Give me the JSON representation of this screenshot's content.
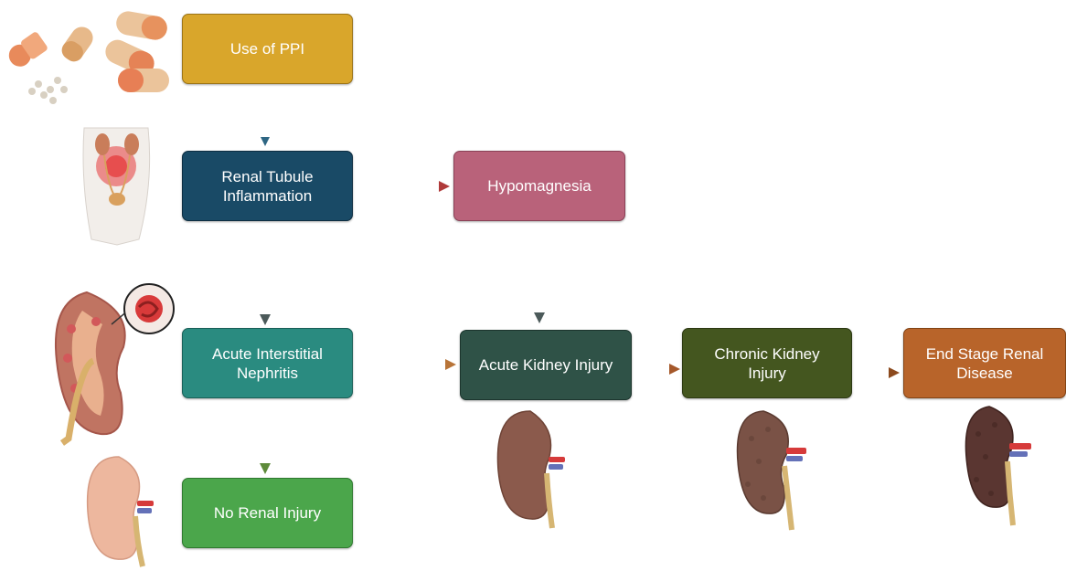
{
  "nodes": {
    "ppi": {
      "label": "Use of PPI",
      "color": "#D9A62B",
      "border": "#9C7416"
    },
    "inflam": {
      "label": "Renal Tubule\nInflammation",
      "color": "#194A66",
      "border": "#0E2E42"
    },
    "hypomag": {
      "label": "Hypomagnesia",
      "color": "#B9627A",
      "border": "#8A4257"
    },
    "ain": {
      "label": "Acute Interstitial\nNephritis",
      "color": "#2A8B80",
      "border": "#196058"
    },
    "aki": {
      "label": "Acute Kidney Injury",
      "color": "#2F5247",
      "border": "#1C352D"
    },
    "ckd": {
      "label": "Chronic Kidney\nInjury",
      "color": "#44561F",
      "border": "#2C3912"
    },
    "esrd": {
      "label": "End Stage Renal\nDisease",
      "color": "#B8642A",
      "border": "#844415"
    },
    "no_injury": {
      "label": "No Renal Injury",
      "color": "#4BA64B",
      "border": "#2F7A2F"
    }
  },
  "arrow_colors": {
    "ppi_to_inflam": "#2E6683",
    "inflam_to_hypomag": "#B03A3A",
    "inflam_to_ain": "#4C5A5A",
    "hypomag_to_aki": "#4C5A5A",
    "ain_to_aki": "#B87438",
    "ain_to_no_injury": "#5E8A3A",
    "aki_to_ckd": "#A5582A",
    "ckd_to_esrd": "#8C4A1E"
  },
  "icons": [
    "pills-icon",
    "urinary-system-icon",
    "inflamed-kidney-cross-section-icon",
    "healthy-kidney-icon",
    "injured-kidney-icon",
    "chronic-kidney-icon",
    "end-stage-kidney-icon"
  ]
}
